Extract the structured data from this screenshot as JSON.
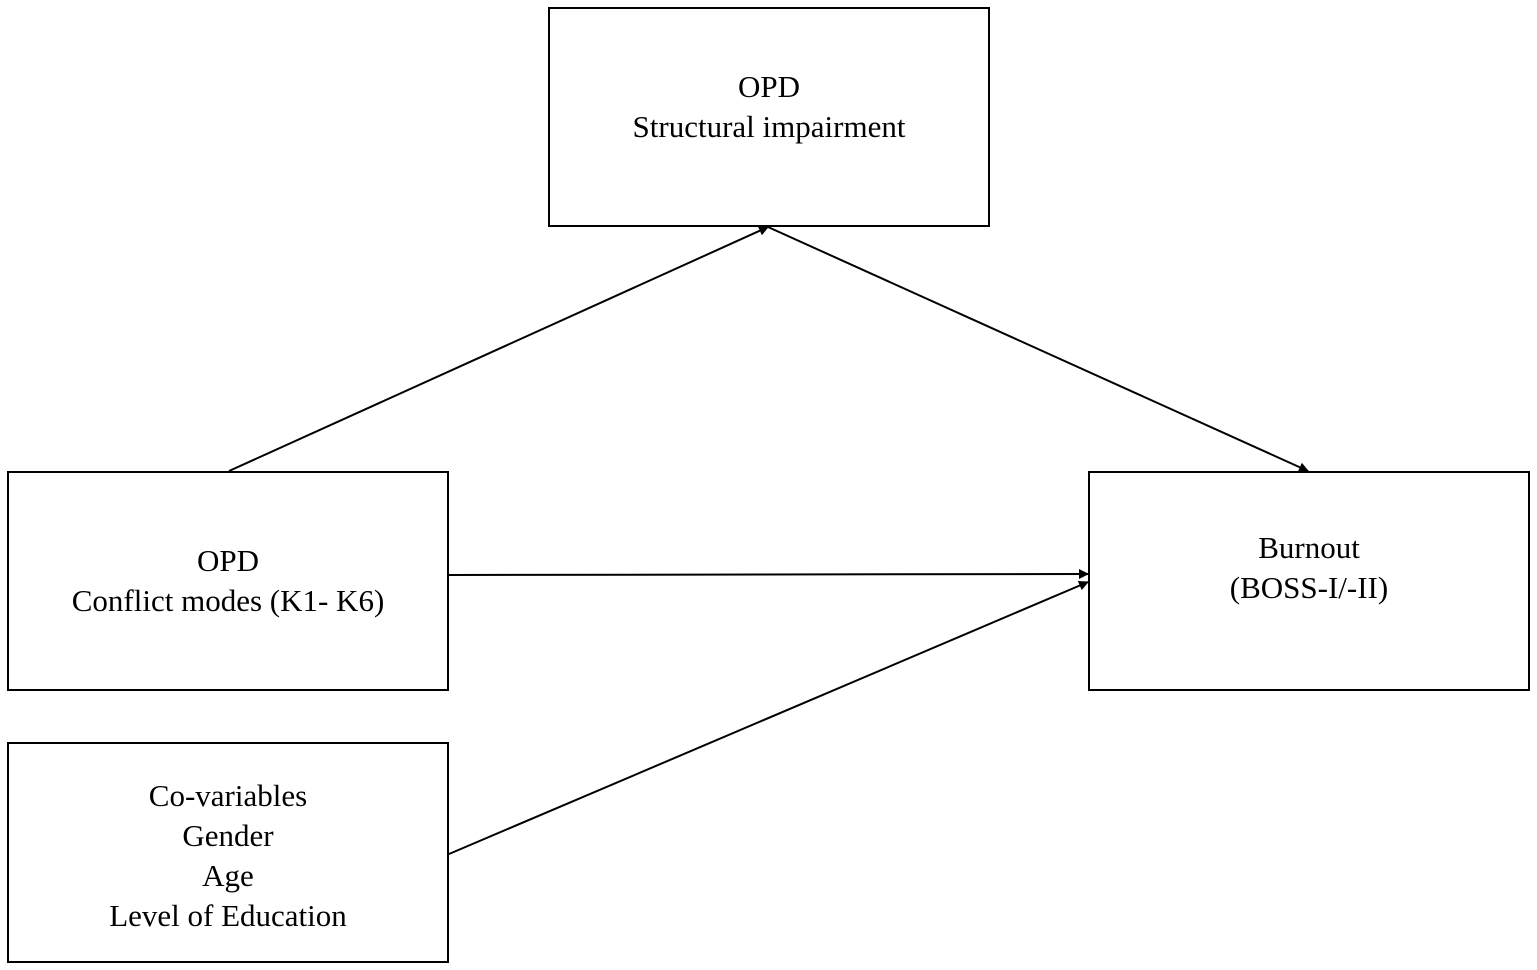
{
  "diagram": {
    "nodes": {
      "structural": {
        "lines": [
          "OPD",
          "Structural impairment"
        ]
      },
      "conflict": {
        "lines": [
          "OPD",
          "Conflict modes (K1- K6)"
        ]
      },
      "burnout": {
        "lines": [
          "Burnout",
          "(BOSS-I/-II)"
        ]
      },
      "covariables": {
        "lines": [
          "Co-variables",
          "Gender",
          "Age",
          "Level of Education"
        ]
      }
    },
    "edges": [
      {
        "from": "conflict",
        "to": "structural"
      },
      {
        "from": "structural",
        "to": "burnout"
      },
      {
        "from": "conflict",
        "to": "burnout"
      },
      {
        "from": "covariables",
        "to": "burnout"
      }
    ],
    "colors": {
      "stroke": "#000000",
      "background": "#ffffff"
    }
  }
}
